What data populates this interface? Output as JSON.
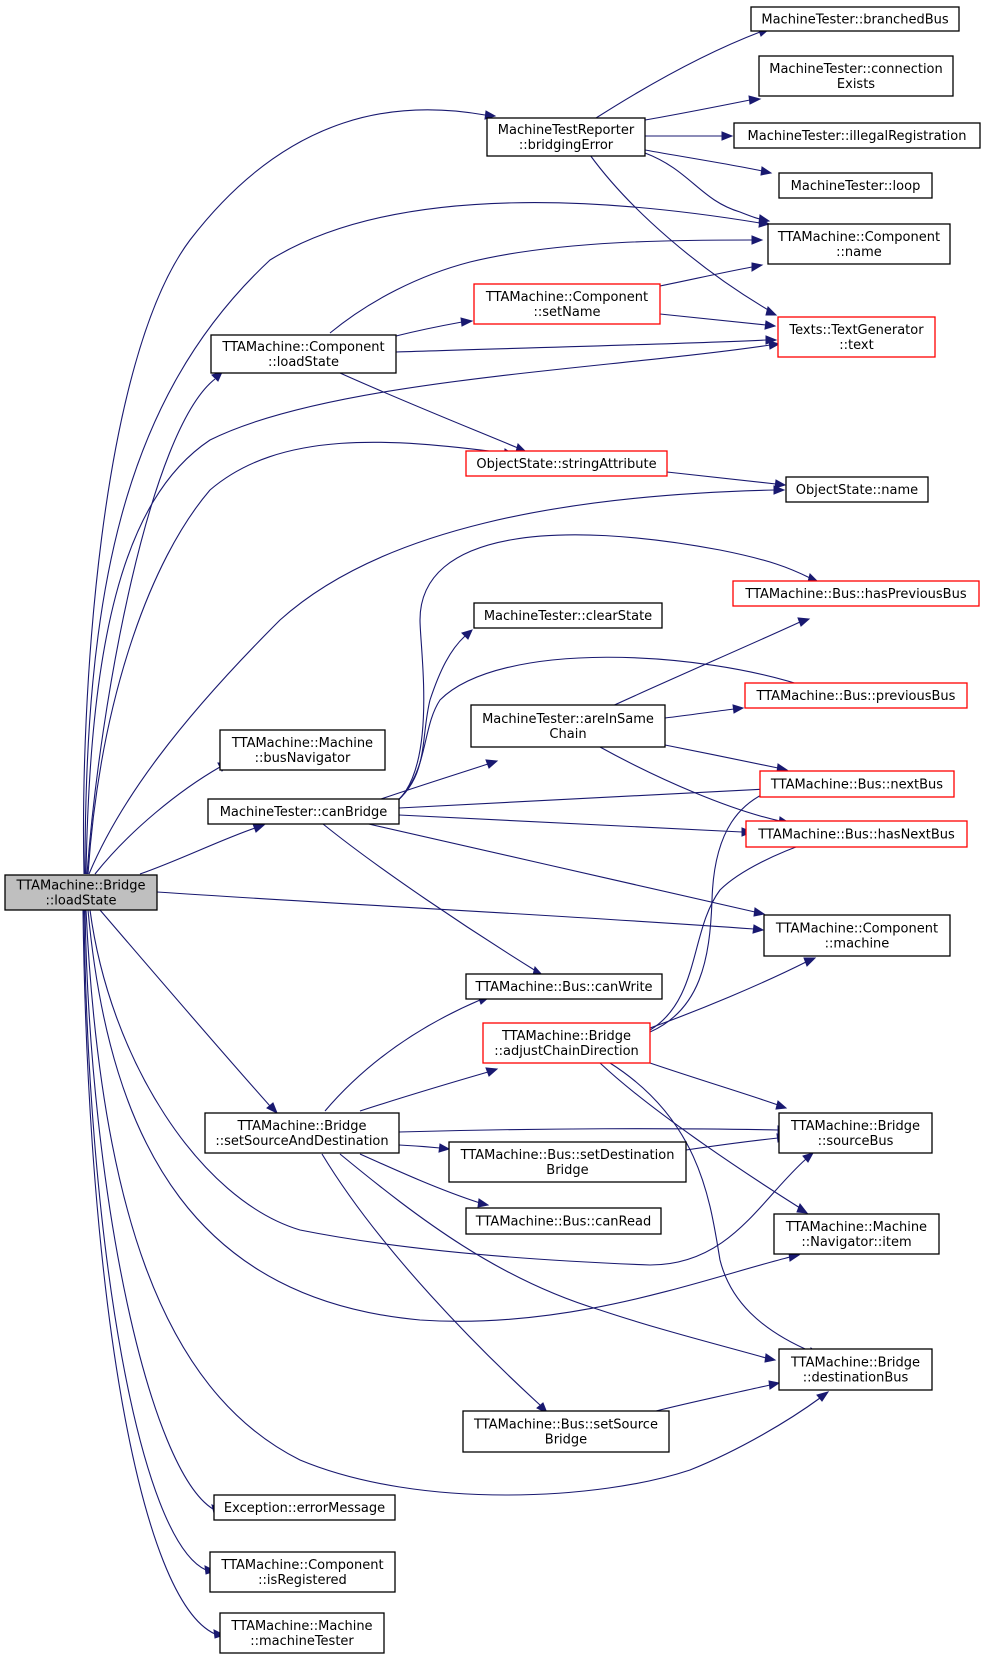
{
  "colors": {
    "edge": "#191970",
    "border_default": "#000000",
    "border_truncated": "#ff0000",
    "root_fill": "#bfbfbf",
    "node_fill": "#ffffff"
  },
  "nodes": {
    "bridge_loadState": {
      "lines": [
        "TTAMachine::Bridge",
        "::loadState"
      ],
      "kind": "root"
    },
    "reporter_bridgingError": {
      "lines": [
        "MachineTestReporter",
        "::bridgingError"
      ],
      "kind": "normal"
    },
    "tester_branchedBus": {
      "lines": [
        "MachineTester::branchedBus"
      ],
      "kind": "normal"
    },
    "tester_connectionExists": {
      "lines": [
        "MachineTester::connection",
        "Exists"
      ],
      "kind": "normal"
    },
    "tester_illegalRegistration": {
      "lines": [
        "MachineTester::illegalRegistration"
      ],
      "kind": "normal"
    },
    "tester_loop": {
      "lines": [
        "MachineTester::loop"
      ],
      "kind": "normal"
    },
    "component_name": {
      "lines": [
        "TTAMachine::Component",
        "::name"
      ],
      "kind": "normal"
    },
    "component_setName": {
      "lines": [
        "TTAMachine::Component",
        "::setName"
      ],
      "kind": "truncated"
    },
    "textgen_text": {
      "lines": [
        "Texts::TextGenerator",
        "::text"
      ],
      "kind": "truncated"
    },
    "component_loadState": {
      "lines": [
        "TTAMachine::Component",
        "::loadState"
      ],
      "kind": "normal"
    },
    "objstate_stringAttribute": {
      "lines": [
        "ObjectState::stringAttribute"
      ],
      "kind": "truncated"
    },
    "objstate_name": {
      "lines": [
        "ObjectState::name"
      ],
      "kind": "normal"
    },
    "bus_hasPreviousBus": {
      "lines": [
        "TTAMachine::Bus::hasPreviousBus"
      ],
      "kind": "truncated"
    },
    "tester_clearState": {
      "lines": [
        "MachineTester::clearState"
      ],
      "kind": "normal"
    },
    "bus_previousBus": {
      "lines": [
        "TTAMachine::Bus::previousBus"
      ],
      "kind": "truncated"
    },
    "tester_areInSameChain": {
      "lines": [
        "MachineTester::areInSame",
        "Chain"
      ],
      "kind": "normal"
    },
    "machine_busNavigator": {
      "lines": [
        "TTAMachine::Machine",
        "::busNavigator"
      ],
      "kind": "normal"
    },
    "bus_nextBus": {
      "lines": [
        "TTAMachine::Bus::nextBus"
      ],
      "kind": "truncated"
    },
    "tester_canBridge": {
      "lines": [
        "MachineTester::canBridge"
      ],
      "kind": "normal"
    },
    "bus_hasNextBus": {
      "lines": [
        "TTAMachine::Bus::hasNextBus"
      ],
      "kind": "truncated"
    },
    "component_machine": {
      "lines": [
        "TTAMachine::Component",
        "::machine"
      ],
      "kind": "normal"
    },
    "bus_canWrite": {
      "lines": [
        "TTAMachine::Bus::canWrite"
      ],
      "kind": "normal"
    },
    "bridge_adjustChainDirection": {
      "lines": [
        "TTAMachine::Bridge",
        "::adjustChainDirection"
      ],
      "kind": "truncated"
    },
    "bridge_setSourceAndDestination": {
      "lines": [
        "TTAMachine::Bridge",
        "::setSourceAndDestination"
      ],
      "kind": "normal"
    },
    "bus_setDestinationBridge": {
      "lines": [
        "TTAMachine::Bus::setDestination",
        "Bridge"
      ],
      "kind": "normal"
    },
    "bridge_sourceBus": {
      "lines": [
        "TTAMachine::Bridge",
        "::sourceBus"
      ],
      "kind": "normal"
    },
    "bus_canRead": {
      "lines": [
        "TTAMachine::Bus::canRead"
      ],
      "kind": "normal"
    },
    "navigator_item": {
      "lines": [
        "TTAMachine::Machine",
        "::Navigator::item"
      ],
      "kind": "normal"
    },
    "bridge_destinationBus": {
      "lines": [
        "TTAMachine::Bridge",
        "::destinationBus"
      ],
      "kind": "normal"
    },
    "bus_setSourceBridge": {
      "lines": [
        "TTAMachine::Bus::setSource",
        "Bridge"
      ],
      "kind": "normal"
    },
    "exception_errorMessage": {
      "lines": [
        "Exception::errorMessage"
      ],
      "kind": "normal"
    },
    "component_isRegistered": {
      "lines": [
        "TTAMachine::Component",
        "::isRegistered"
      ],
      "kind": "normal"
    },
    "machine_machineTester": {
      "lines": [
        "TTAMachine::Machine",
        "::machineTester"
      ],
      "kind": "normal"
    }
  },
  "edges": [
    [
      "bridge_loadState",
      "reporter_bridgingError"
    ],
    [
      "bridge_loadState",
      "component_name"
    ],
    [
      "bridge_loadState",
      "textgen_text"
    ],
    [
      "bridge_loadState",
      "component_loadState"
    ],
    [
      "bridge_loadState",
      "objstate_stringAttribute"
    ],
    [
      "bridge_loadState",
      "objstate_name"
    ],
    [
      "bridge_loadState",
      "machine_busNavigator"
    ],
    [
      "bridge_loadState",
      "tester_canBridge"
    ],
    [
      "bridge_loadState",
      "component_machine"
    ],
    [
      "bridge_loadState",
      "bridge_setSourceAndDestination"
    ],
    [
      "bridge_loadState",
      "bridge_sourceBus"
    ],
    [
      "bridge_loadState",
      "navigator_item"
    ],
    [
      "bridge_loadState",
      "bridge_destinationBus"
    ],
    [
      "bridge_loadState",
      "exception_errorMessage"
    ],
    [
      "bridge_loadState",
      "component_isRegistered"
    ],
    [
      "bridge_loadState",
      "machine_machineTester"
    ],
    [
      "reporter_bridgingError",
      "tester_branchedBus"
    ],
    [
      "reporter_bridgingError",
      "tester_connectionExists"
    ],
    [
      "reporter_bridgingError",
      "tester_illegalRegistration"
    ],
    [
      "reporter_bridgingError",
      "tester_loop"
    ],
    [
      "reporter_bridgingError",
      "component_name"
    ],
    [
      "reporter_bridgingError",
      "textgen_text"
    ],
    [
      "component_loadState",
      "component_name"
    ],
    [
      "component_loadState",
      "component_setName"
    ],
    [
      "component_loadState",
      "textgen_text"
    ],
    [
      "component_loadState",
      "objstate_stringAttribute"
    ],
    [
      "component_setName",
      "component_name"
    ],
    [
      "component_setName",
      "textgen_text"
    ],
    [
      "objstate_stringAttribute",
      "objstate_name"
    ],
    [
      "tester_canBridge",
      "bus_hasPreviousBus"
    ],
    [
      "tester_canBridge",
      "tester_clearState"
    ],
    [
      "tester_canBridge",
      "bus_previousBus"
    ],
    [
      "tester_canBridge",
      "tester_areInSameChain"
    ],
    [
      "tester_canBridge",
      "bus_nextBus"
    ],
    [
      "tester_canBridge",
      "bus_hasNextBus"
    ],
    [
      "tester_canBridge",
      "component_machine"
    ],
    [
      "tester_canBridge",
      "bus_canWrite"
    ],
    [
      "tester_areInSameChain",
      "bus_hasPreviousBus"
    ],
    [
      "tester_areInSameChain",
      "bus_previousBus"
    ],
    [
      "tester_areInSameChain",
      "bus_nextBus"
    ],
    [
      "tester_areInSameChain",
      "bus_hasNextBus"
    ],
    [
      "bridge_adjustChainDirection",
      "bus_nextBus"
    ],
    [
      "bridge_adjustChainDirection",
      "bus_hasNextBus"
    ],
    [
      "bridge_adjustChainDirection",
      "component_machine"
    ],
    [
      "bridge_adjustChainDirection",
      "bridge_sourceBus"
    ],
    [
      "bridge_adjustChainDirection",
      "navigator_item"
    ],
    [
      "bridge_adjustChainDirection",
      "bridge_destinationBus"
    ],
    [
      "bridge_setSourceAndDestination",
      "bus_canWrite"
    ],
    [
      "bridge_setSourceAndDestination",
      "bridge_adjustChainDirection"
    ],
    [
      "bridge_setSourceAndDestination",
      "bridge_sourceBus"
    ],
    [
      "bridge_setSourceAndDestination",
      "bus_setDestinationBridge"
    ],
    [
      "bridge_setSourceAndDestination",
      "bus_canRead"
    ],
    [
      "bridge_setSourceAndDestination",
      "bridge_destinationBus"
    ],
    [
      "bridge_setSourceAndDestination",
      "bus_setSourceBridge"
    ],
    [
      "bus_setDestinationBridge",
      "bridge_sourceBus"
    ],
    [
      "bus_setSourceBridge",
      "bridge_destinationBus"
    ]
  ]
}
